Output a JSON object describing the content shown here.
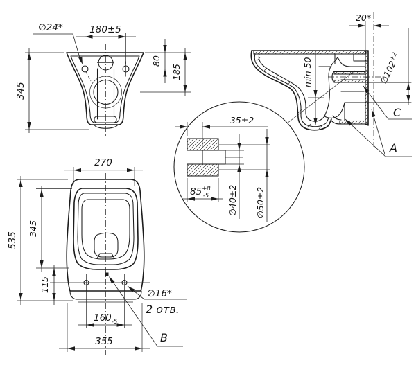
{
  "drawing": {
    "rear_view": {
      "hole_diameter": "∅24*",
      "hole_spacing": "180±5",
      "top_to_holes": "80",
      "top_to_outlet": "185",
      "height": "345"
    },
    "side_view": {
      "wall_offset": "20*",
      "outlet_diameter": "∅102",
      "outlet_tolerance": "+2",
      "water_seal": "min 50",
      "label_c": "C",
      "label_a": "A"
    },
    "detail_view": {
      "depth": "35±2",
      "length": "85",
      "length_tol_upper": "+8",
      "length_tol_lower": "-5",
      "inner_diameter": "∅40±2",
      "outer_diameter": "∅50±2"
    },
    "bottom_view": {
      "seat_width": "270",
      "total_length": "535",
      "seat_length": "345",
      "holes_to_edge": "115",
      "hole_spacing": "160",
      "hole_spacing_tol": "-5",
      "width": "355",
      "hole_diameter": "∅16*",
      "hole_count": "2 отв.",
      "label_b": "B"
    }
  }
}
